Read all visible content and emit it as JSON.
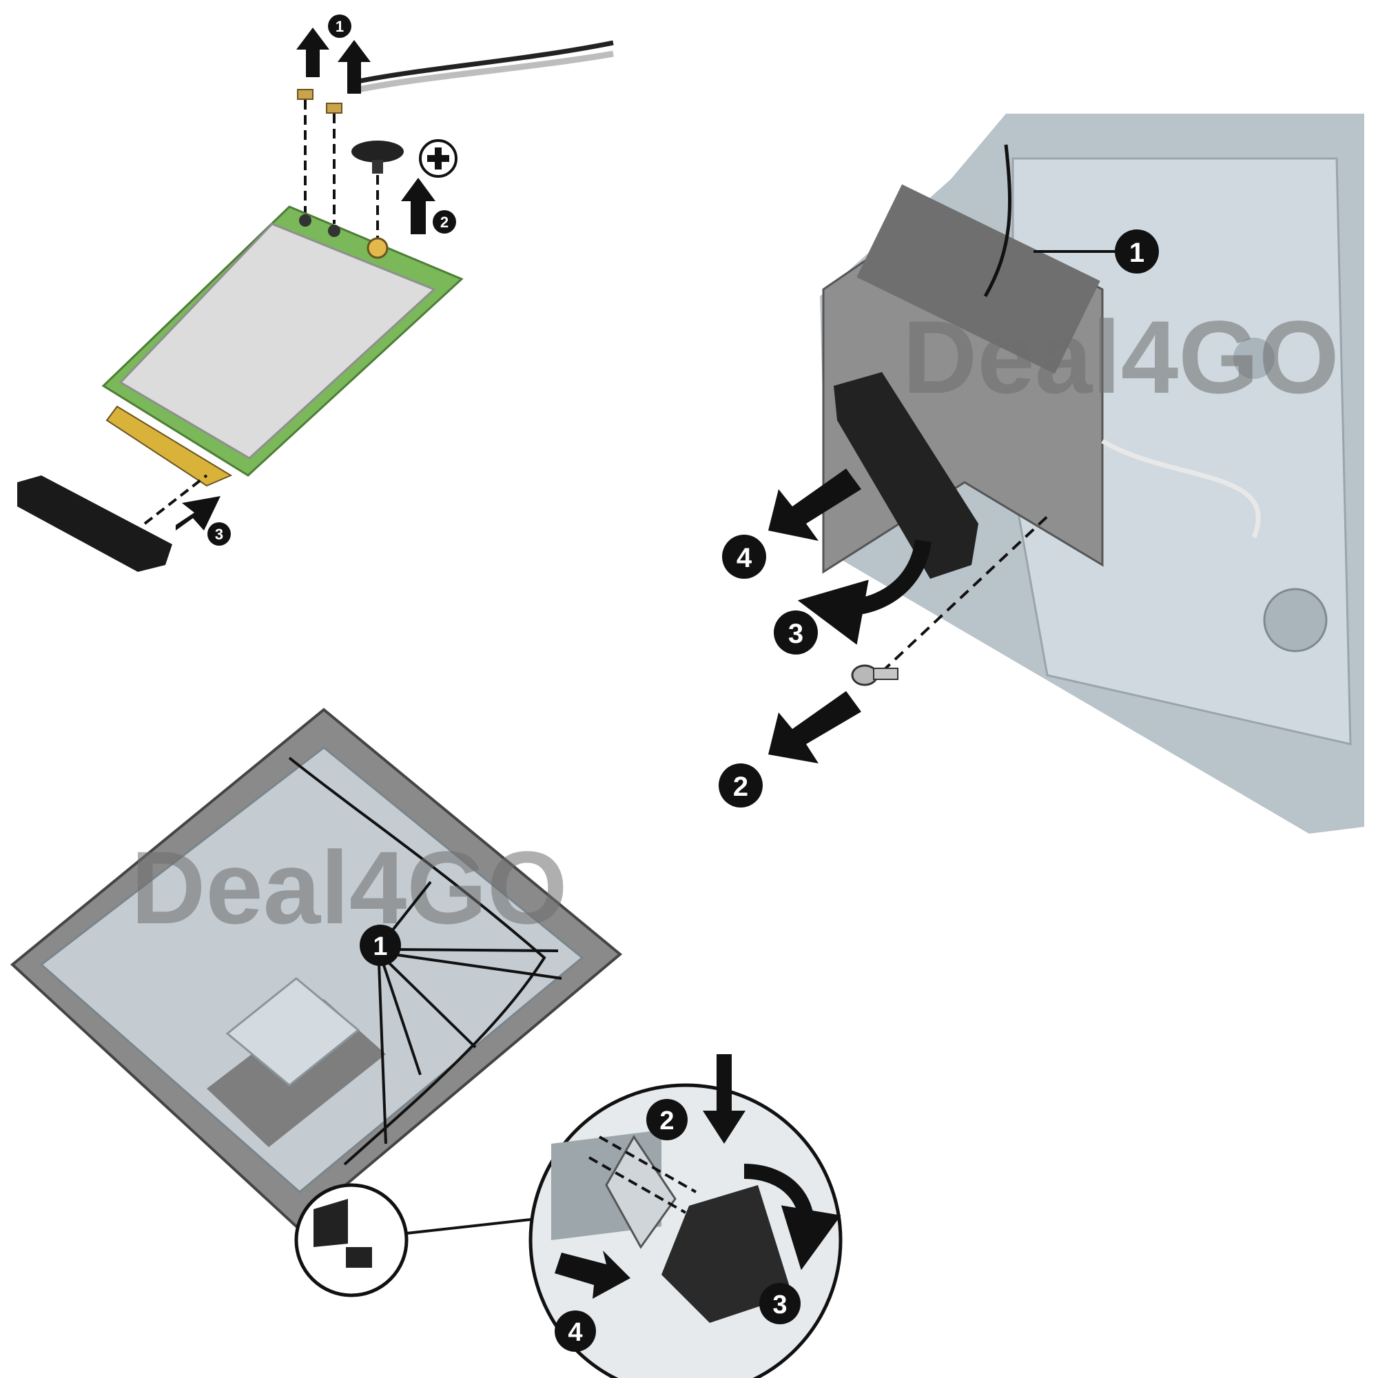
{
  "watermark": "Deal4GO",
  "colors": {
    "pcb_green": "#7ab85a",
    "shield": "#dcdcdc",
    "chassis_dark": "#8a8a8a",
    "chassis_light": "#c4ccd2",
    "callout_fill": "#111111",
    "arrow_fill": "#111111"
  },
  "icons": {
    "screwdriver": "phillips-screwdriver-icon"
  },
  "panels": {
    "wlan_card": {
      "callouts": [
        "1",
        "2",
        "3"
      ]
    },
    "antenna_side": {
      "callouts": [
        "1",
        "2",
        "3",
        "4"
      ]
    },
    "chassis_routing": {
      "callouts": [
        "1",
        "2",
        "3",
        "4"
      ]
    }
  }
}
